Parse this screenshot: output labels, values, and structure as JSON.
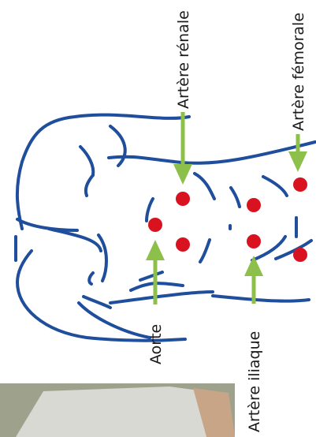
{
  "labels": {
    "renal": "Artère rénale",
    "femoral": "Artère fémorale",
    "aorta": "Aorte",
    "iliac": "Artère iliaque"
  },
  "colors": {
    "outline": "#1f4e9c",
    "arrow": "#8dc04a",
    "dot": "#d9121f",
    "label": "#1a1a1a"
  }
}
